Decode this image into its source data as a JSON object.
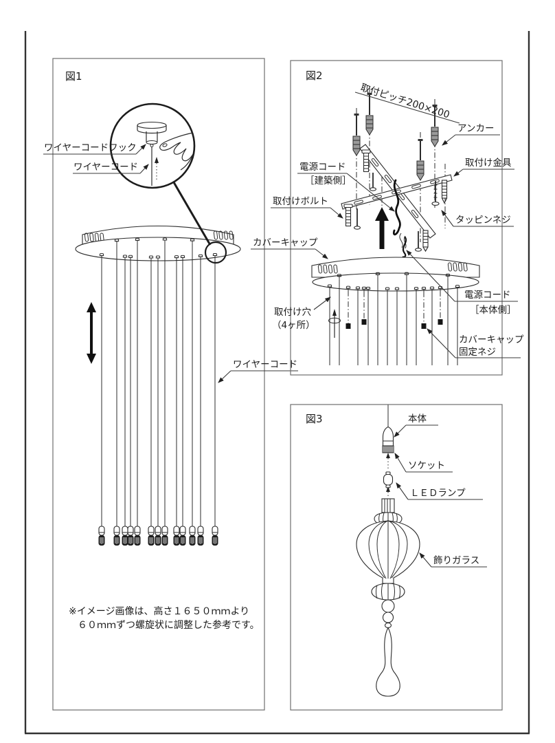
{
  "figures": {
    "fig1": {
      "title": "図1",
      "labels": {
        "wire_cord_hook": "ワイヤーコードフック",
        "wire_cord": "ワイヤーコード",
        "wire_cord_right": "ワイヤーコード",
        "note_line1": "※イメージ画像は、高さ１６５０ｍｍより",
        "note_line2": "６０ｍｍずつ螺旋状に調整した参考です。"
      }
    },
    "fig2": {
      "title": "図2",
      "labels": {
        "pitch": "取付ピッチ200×200",
        "anchor": "アンカー",
        "power_cord_building_l1": "電源コード",
        "power_cord_building_l2": "［建築側］",
        "bracket": "取付け金具",
        "bolt": "取付けボルト",
        "tapping_screw": "タッピンネジ",
        "cover_cap": "カバーキャップ",
        "power_cord_body_l1": "電源コード",
        "power_cord_body_l2": "［本体側］",
        "hole_l1": "取付け穴",
        "hole_l2": "（4ヶ所）",
        "cap_screw_l1": "カバーキャップ",
        "cap_screw_l2": "固定ネジ"
      }
    },
    "fig3": {
      "title": "図3",
      "labels": {
        "body": "本体",
        "socket": "ソケット",
        "led_lamp": "ＬＥＤランプ",
        "glass": "飾りガラス"
      }
    }
  }
}
